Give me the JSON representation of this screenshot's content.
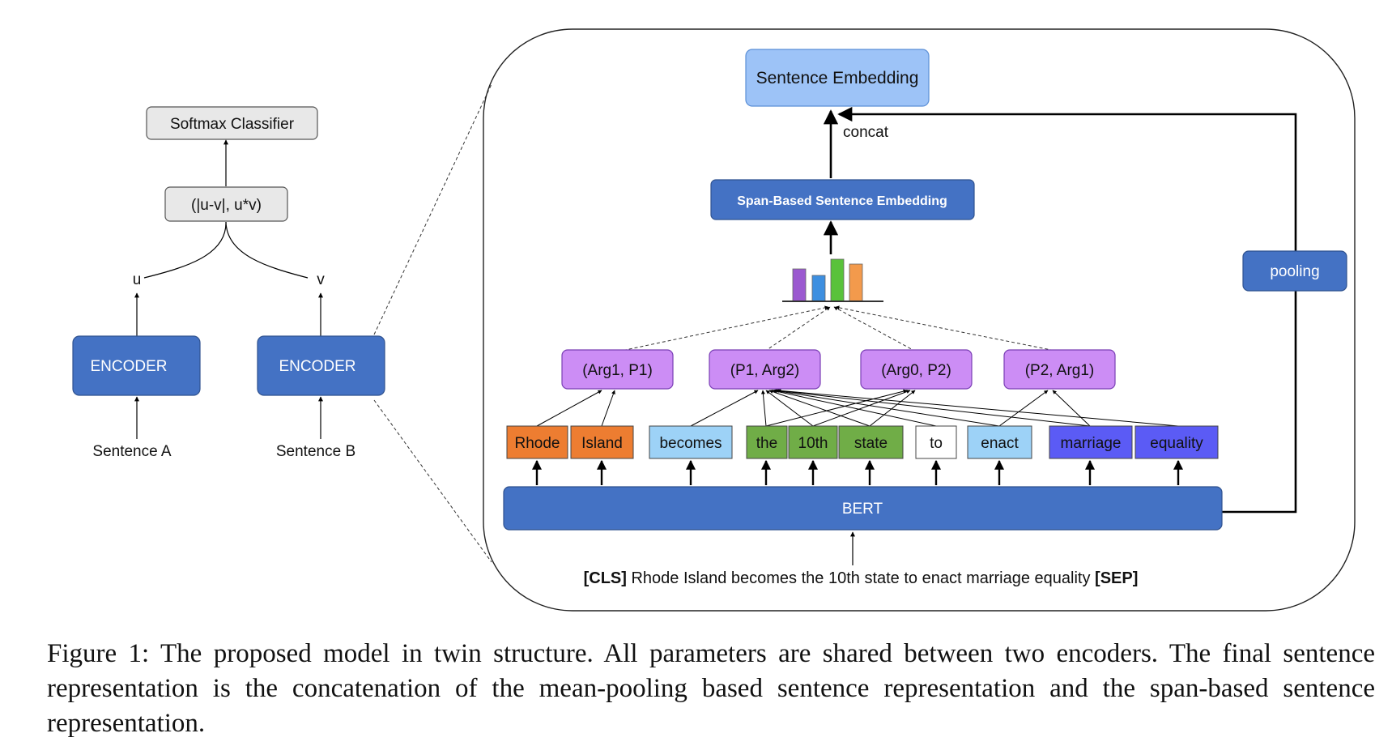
{
  "left": {
    "softmax": "Softmax Classifier",
    "combine": "(|u-v|, u*v)",
    "u": "u",
    "v": "v",
    "encoder_a": "ENCODER",
    "encoder_b": "ENCODER",
    "sentence_a": "Sentence A",
    "sentence_b": "Sentence B"
  },
  "right": {
    "sentence_embedding": "Sentence Embedding",
    "concat": "concat",
    "span_embedding": "Span-Based Sentence Embedding",
    "pooling": "pooling",
    "bert": "BERT",
    "spans": [
      "(Arg1, P1)",
      "(P1, Arg2)",
      "(Arg0, P2)",
      "(P2, Arg1)"
    ],
    "tokens": [
      "Rhode",
      "Island",
      "becomes",
      "the",
      "10th",
      "state",
      "to",
      "enact",
      "marriage",
      "equality"
    ],
    "input_cls": "[CLS]",
    "input_text": " Rhode Island becomes the 10th state to enact marriage equality ",
    "input_sep": "[SEP]"
  },
  "colors": {
    "encoder_blue": "#4472c4",
    "sentence_embedding": "#9dc3f7",
    "span_purple": "#cc8df5",
    "token_orange": "#ed7d31",
    "token_lightblue": "#9dd2f7",
    "token_green": "#70ad47",
    "token_white": "#ffffff",
    "token_indigo": "#5b5bf5",
    "gray_box": "#e8e8e8",
    "bar_colors": [
      "#9b59d0",
      "#3d8fe0",
      "#59c23a",
      "#f39a4c"
    ]
  },
  "caption": "Figure 1: The proposed model in twin structure. All parameters are shared between two encoders. The final sentence representation is the concatenation of the mean-pooling based sentence representation and the span-based sentence representation."
}
